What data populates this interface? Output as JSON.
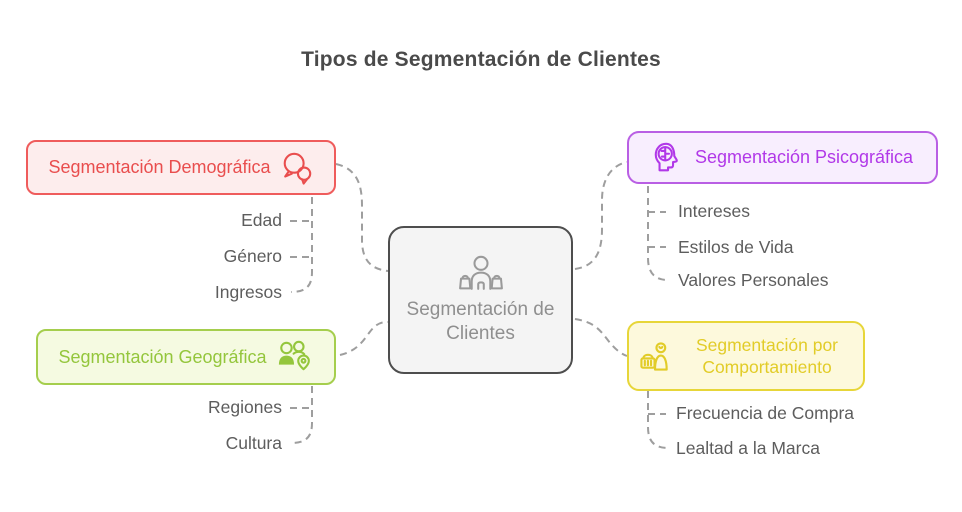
{
  "title": "Tipos de Segmentación de Clientes",
  "center": {
    "label": "Segmentación de Clientes",
    "icon": "customer-with-bags-icon"
  },
  "branches": [
    {
      "id": "demografica",
      "label": "Segmentación Demográfica",
      "icon": "chat-bubbles-icon",
      "border_color": "#ef5c5c",
      "fill_color": "#fdeded",
      "text_color": "#e94e4e",
      "children": [
        "Edad",
        "Género",
        "Ingresos"
      ]
    },
    {
      "id": "geografica",
      "label": "Segmentación Geográfica",
      "icon": "users-location-icon",
      "border_color": "#a5ce4d",
      "fill_color": "#f5fae1",
      "text_color": "#94c63c",
      "children": [
        "Regiones",
        "Cultura"
      ]
    },
    {
      "id": "psicografica",
      "label": "Segmentación Psicográfica",
      "icon": "head-brain-icon",
      "border_color": "#b95fe4",
      "fill_color": "#f8eefe",
      "text_color": "#b138e8",
      "children": [
        "Intereses",
        "Estilos de Vida",
        "Valores Personales"
      ]
    },
    {
      "id": "comportamiento",
      "label": "Segmentación por Comportamiento",
      "icon": "shopper-basket-icon",
      "border_color": "#e7d639",
      "fill_color": "#fdf9dc",
      "text_color": "#e2cc28",
      "children": [
        "Frecuencia de Compra",
        "Lealtad a la Marca"
      ]
    }
  ],
  "connector_color": "#9e9e9e",
  "center_colors": {
    "border_color": "#4e4e4e",
    "fill_color": "#f4f4f4",
    "text_color": "#8f8f8f"
  }
}
